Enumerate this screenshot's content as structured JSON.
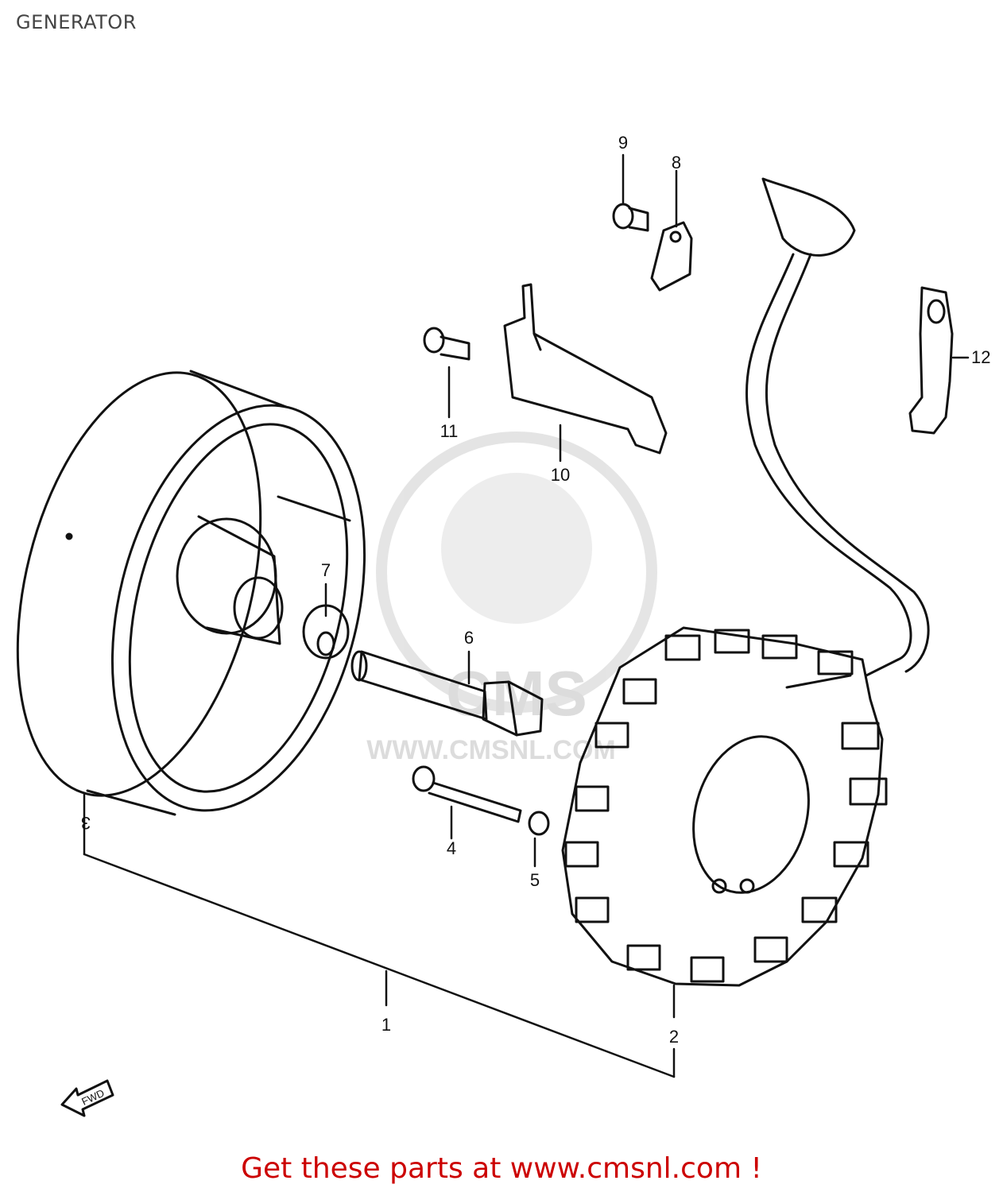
{
  "header": {
    "title": "GENERATOR"
  },
  "diagram": {
    "callouts": [
      "1",
      "2",
      "3",
      "4",
      "5",
      "6",
      "7",
      "8",
      "9",
      "10",
      "11",
      "12"
    ],
    "fwd_arrow_label": "FWD",
    "watermark": {
      "logo_text": "CMS",
      "url_text": "WWW.CMSNL.COM"
    }
  },
  "footer": {
    "link_text": "Get these parts at www.cmsnl.com !"
  },
  "colors": {
    "footer_link": "#cc0000",
    "line_art": "#111111",
    "watermark": "#d9d9d9"
  }
}
